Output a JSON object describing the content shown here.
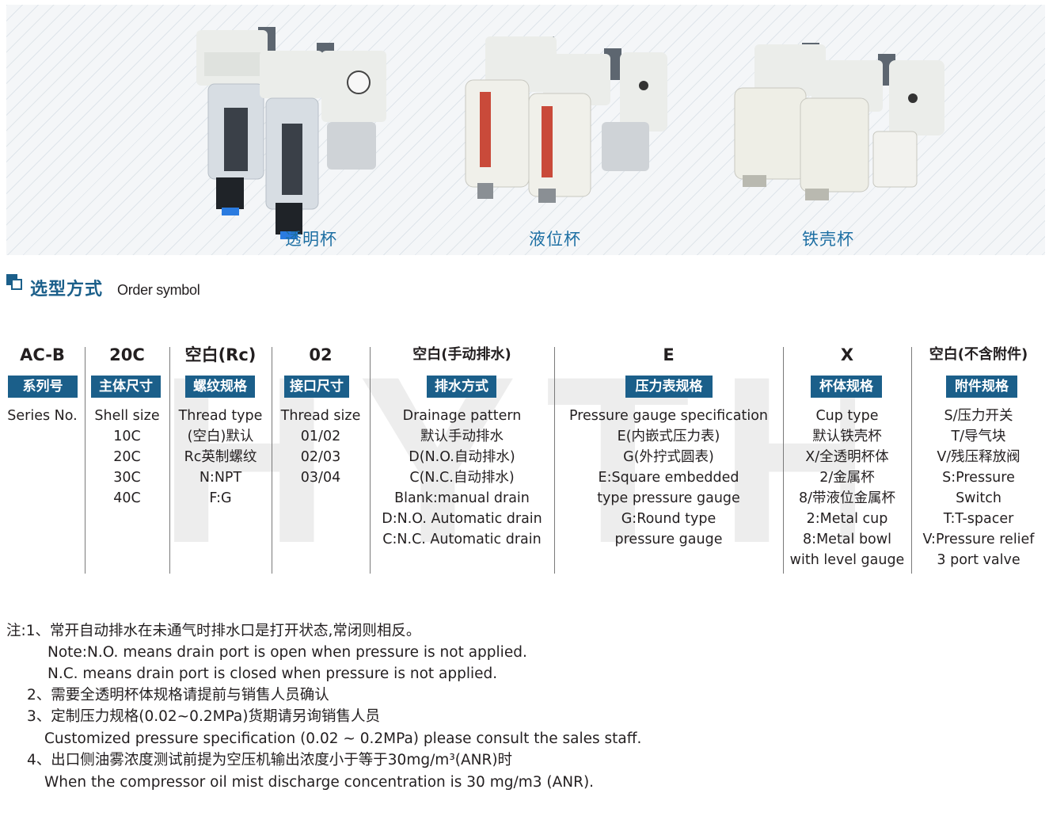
{
  "banner": {
    "cups": [
      {
        "label": "透明杯",
        "icon": "transparent-cup-frl-unit-image"
      },
      {
        "label": "液位杯",
        "icon": "level-gauge-cup-frl-unit-image"
      },
      {
        "label": "铁壳杯",
        "icon": "metal-cup-frl-unit-image"
      }
    ]
  },
  "heading": {
    "cn": "选型方式",
    "en": "Order symbol"
  },
  "watermark": "HYTHE",
  "columns": [
    {
      "code": "AC-B",
      "badge": "系列号",
      "lines": [
        "Series No."
      ]
    },
    {
      "code": "20C",
      "badge": "主体尺寸",
      "lines": [
        "Shell size",
        "10C",
        "20C",
        "30C",
        "40C"
      ]
    },
    {
      "code": "空白(Rc)",
      "badge": "螺纹规格",
      "lines": [
        "Thread type",
        "(空白)默认",
        "Rc英制螺纹",
        "N:NPT",
        "F:G"
      ]
    },
    {
      "code": "02",
      "badge": "接口尺寸",
      "lines": [
        "Thread size",
        "01/02",
        "02/03",
        "03/04"
      ]
    },
    {
      "code": "空白(手动排水)",
      "badge": "排水方式",
      "lines": [
        "Drainage pattern",
        "默认手动排水",
        "D(N.O.自动排水)",
        "C(N.C.自动排水)",
        "Blank:manual drain",
        "D:N.O. Automatic drain",
        "C:N.C. Automatic drain"
      ]
    },
    {
      "code": "E",
      "badge": "压力表规格",
      "lines": [
        "Pressure gauge specification",
        "E(内嵌式压力表)",
        "G(外拧式圆表)",
        "E:Square embedded",
        "type pressure gauge",
        "G:Round type",
        "pressure gauge"
      ]
    },
    {
      "code": "X",
      "badge": "杯体规格",
      "lines": [
        "Cup type",
        "默认铁壳杯",
        "X/全透明杯体",
        "2/金属杯",
        "8/带液位金属杯",
        "2:Metal cup",
        "8:Metal bowl",
        "with level gauge"
      ]
    },
    {
      "code": "空白(不含附件)",
      "badge": "附件规格",
      "lines": [
        "S/压力开关",
        "T/导气块",
        "V/残压释放阀",
        "S:Pressure",
        "Switch",
        "T:T-spacer",
        "V:Pressure relief",
        "3 port valve"
      ]
    }
  ],
  "notes": [
    "注:1、常开自动排水在未通气时排水口是打开状态,常闭则相反。",
    "Note:N.O. means drain port is open when pressure is not applied.",
    "N.C. means drain port is closed when pressure is not applied.",
    "2、需要全透明杯体规格请提前与销售人员确认",
    "3、定制压力规格(0.02~0.2MPa)货期请另询销售人员",
    "Customized pressure specification (0.02 ~ 0.2MPa) please consult the sales staff.",
    "4、出口侧油雾浓度测试前提为空压机输出浓度小于等于30mg/m³(ANR)时",
    "When the compressor oil mist discharge concentration is 30 mg/m3 (ANR)."
  ],
  "colors": {
    "brand": "#1b5f8a",
    "label_blue": "#1d6fa3",
    "banner_bg": "#f4f6f8"
  }
}
